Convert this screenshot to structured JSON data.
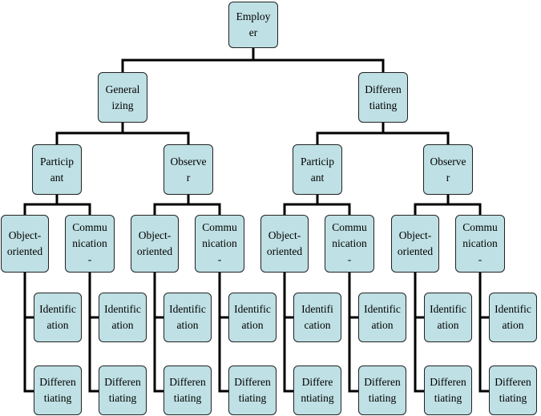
{
  "lines_color": "#000000",
  "node_fill": "#bfe0e4",
  "nodes": {
    "employer": "Employ\ner",
    "generalizing": "General\nizing",
    "differentiating_top": "Differen\ntiating",
    "g_participant": "Particip\nant",
    "g_observer": "Observe\nr",
    "d_participant": "Particip\nant",
    "d_observer": "Observe\nr",
    "gp_object": "Object-\noriented",
    "gp_comm": "Commu\nnication\n-",
    "go_object": "Object-\noriented",
    "go_comm": "Commu\nnication\n-",
    "dp_object": "Object-\noriented",
    "dp_comm": "Commu\nnication\n-",
    "do_object": "Object-\noriented",
    "do_comm": "Commu\nnication\n-",
    "leaf1_ident": "Identific\nation",
    "leaf1_diff": "Differen\ntiating",
    "leaf2_ident": "Identific\nation",
    "leaf2_diff": "Differen\ntiating",
    "leaf3_ident": "Identific\nation",
    "leaf3_diff": "Differen\ntiating",
    "leaf4_ident": "Identific\nation",
    "leaf4_diff": "Differen\ntiating",
    "leaf5_ident": "Identifi\ncation",
    "leaf5_diff": "Differe\nntiating",
    "leaf6_ident": "Identific\nation",
    "leaf6_diff": "Differen\ntiating",
    "leaf7_ident": "Identific\nation",
    "leaf7_diff": "Differen\ntiating",
    "leaf8_ident": "Identific\nation",
    "leaf8_diff": "Differen\ntiating"
  }
}
